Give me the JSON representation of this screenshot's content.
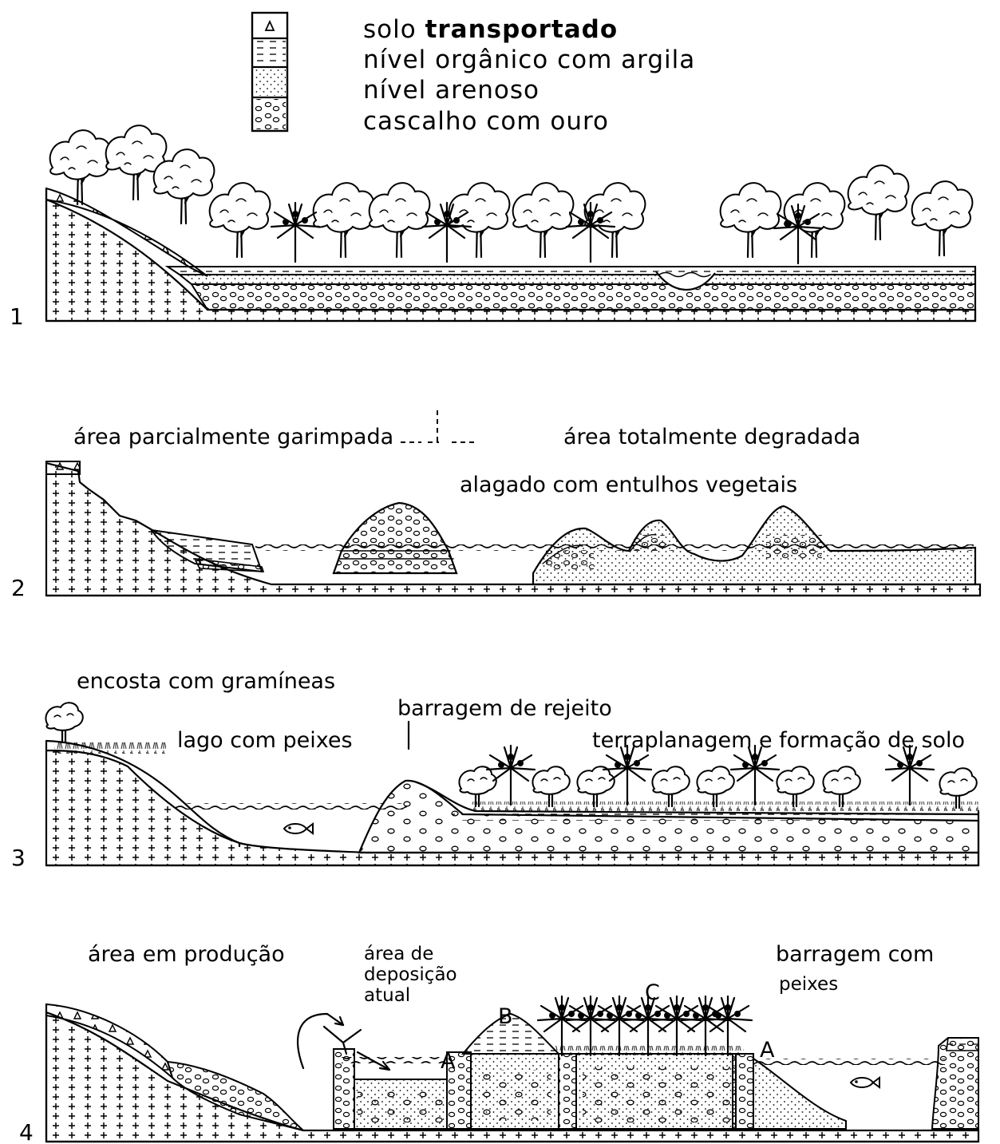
{
  "legend": {
    "items": [
      {
        "symbol": "triangle-pattern",
        "text_pre": "solo ",
        "text_bold": "transportado"
      },
      {
        "symbol": "dash-pattern",
        "text_pre": "nível orgânico com argila",
        "text_bold": ""
      },
      {
        "symbol": "dot-pattern",
        "text_pre": "nível arenoso",
        "text_bold": ""
      },
      {
        "symbol": "pebble-pattern",
        "text_pre": "cascalho com ouro",
        "text_bold": ""
      }
    ]
  },
  "panels": [
    {
      "number": "1",
      "labels": []
    },
    {
      "number": "2",
      "labels": [
        "área parcialmente garimpada",
        "área totalmente degradada",
        "alagado com entulhos vegetais"
      ]
    },
    {
      "number": "3",
      "labels": [
        "encosta com gramíneas",
        "barragem de rejeito",
        "lago com peixes",
        "terraplanagem e formação de solo"
      ]
    },
    {
      "number": "4",
      "labels": [
        "área em produção",
        "área de",
        "deposição",
        "atual",
        "barragem com",
        "peixes",
        "B",
        "C",
        "A",
        "A"
      ]
    }
  ]
}
